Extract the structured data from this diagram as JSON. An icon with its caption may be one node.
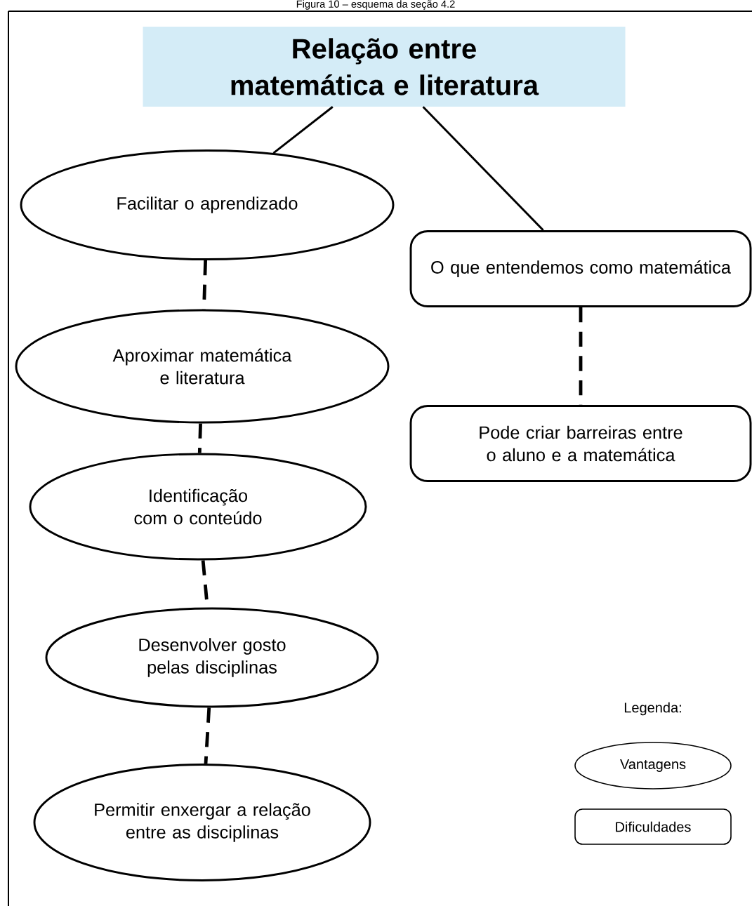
{
  "diagram": {
    "caption": "Figura 10 – esquema da seção 4.2",
    "nodes": [
      {
        "text": [
          "Relação entre matemática e literatura"
        ]
      },
      {
        "text": [
          "Facilitar o aprendizado"
        ]
      },
      {
        "text": [
          "Aproximar matemática e literatura"
        ]
      },
      {
        "text": [
          "Identificação com o conteúdo"
        ]
      },
      {
        "text": [
          "Desenvolver gosto pelas disciplinas"
        ]
      },
      {
        "text": [
          "Permitir enxergar a relação entre as disciplinas"
        ]
      },
      {
        "text": [
          "O que entendemos como matemática"
        ]
      },
      {
        "text": [
          "Pode criar barreiras entre o aluno e a matemática"
        ]
      }
    ],
    "edges": [
      {
        "from": 0,
        "to": 1,
        "arrow": "none"
      },
      {
        "from": 0,
        "to": 6,
        "arrow": "none"
      },
      {
        "from": 1,
        "to": 2,
        "arrow": "none",
        "style": "dashed"
      },
      {
        "from": 2,
        "to": 3,
        "arrow": "none",
        "style": "dashed"
      },
      {
        "from": 3,
        "to": 4,
        "arrow": "none",
        "style": "dashed"
      },
      {
        "from": 4,
        "to": 5,
        "arrow": "none",
        "style": "dashed"
      },
      {
        "from": 6,
        "to": 7,
        "arrow": "none",
        "style": "dashed"
      }
    ],
    "labels": [
      "Legenda:"
    ],
    "legend": [
      {
        "text": "Vantagens"
      },
      {
        "text": "Dificuldades"
      }
    ]
  }
}
